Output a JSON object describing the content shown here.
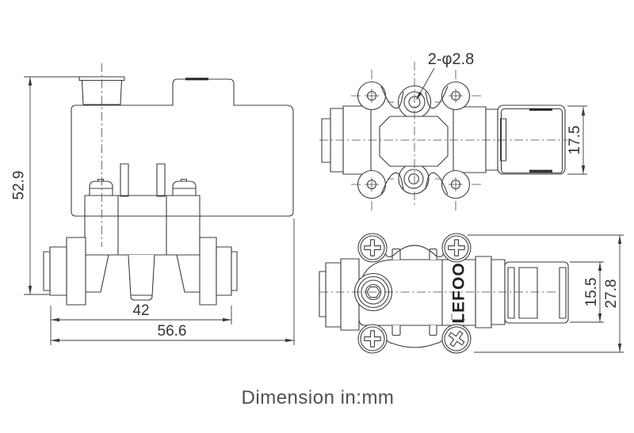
{
  "page": {
    "background": "#ffffff",
    "caption": "Dimension in:mm"
  },
  "drawing": {
    "brand": "LEFOO",
    "line_color": "#3c3c3c",
    "views": [
      "front-view",
      "top-view",
      "side-view"
    ],
    "dims": {
      "front_height": "52.9",
      "front_port_span": "42",
      "front_overall_width": "56.6",
      "top_holes": "2-φ2.8",
      "top_coil_width": "17.5",
      "side_coil_height": "15.5",
      "side_overall_height": "27.8"
    }
  }
}
